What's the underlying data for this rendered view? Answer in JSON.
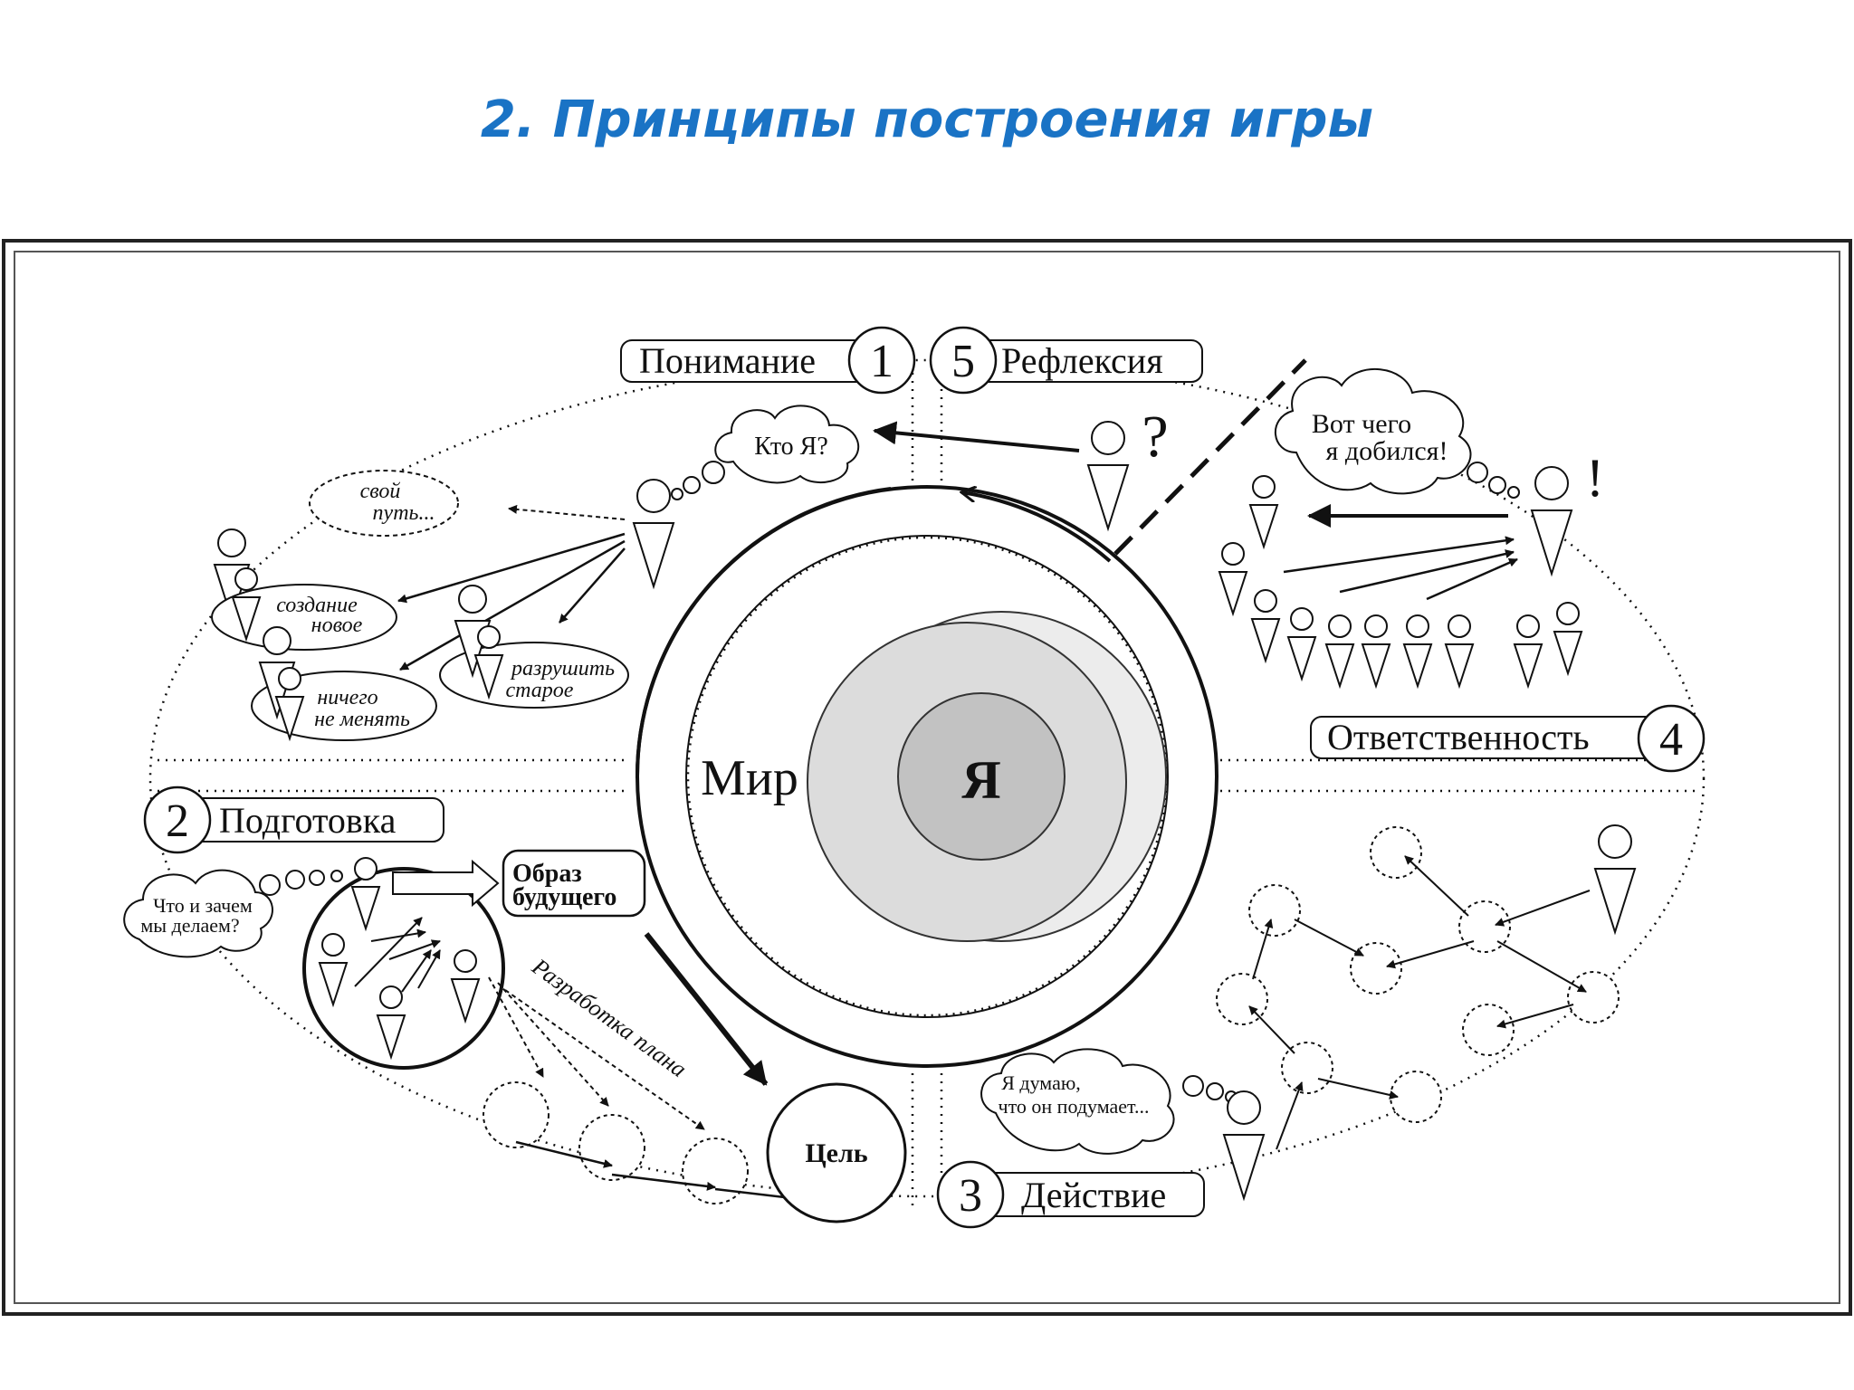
{
  "title": "2. Принципы построения игры",
  "colors": {
    "title": "#1a73c5",
    "ink": "#111111",
    "ring_outer": "#ececec",
    "ring_mid": "#dcdcdc",
    "ring_core": "#c2c2c2"
  },
  "center": {
    "world_label": "Мир",
    "self_label": "Я"
  },
  "stages": [
    {
      "number": "1",
      "label": "Понимание"
    },
    {
      "number": "2",
      "label": "Подготовка"
    },
    {
      "number": "3",
      "label": "Действие"
    },
    {
      "number": "4",
      "label": "Ответственность"
    },
    {
      "number": "5",
      "label": "Рефлексия"
    }
  ],
  "understanding": {
    "who_am_i": "Кто Я?",
    "own_path": [
      "свой",
      "путь..."
    ],
    "create_new": [
      "создание",
      "новое"
    ],
    "destroy_old": [
      "разрушить",
      "старое"
    ],
    "change_nothing": [
      "ничего",
      "не менять"
    ]
  },
  "reflection": {
    "question_mark": "?",
    "achieved": [
      "Вот чего",
      "я добился!"
    ],
    "exclamation": "!"
  },
  "preparation": {
    "why_what": [
      "Что и зачем",
      "мы делаем?"
    ],
    "future_image": [
      "Образ",
      "будущего"
    ],
    "plan_label": "Разработка плана",
    "goal": "Цель"
  },
  "action": {
    "i_think": [
      "Я думаю,",
      "что он подумает..."
    ]
  }
}
